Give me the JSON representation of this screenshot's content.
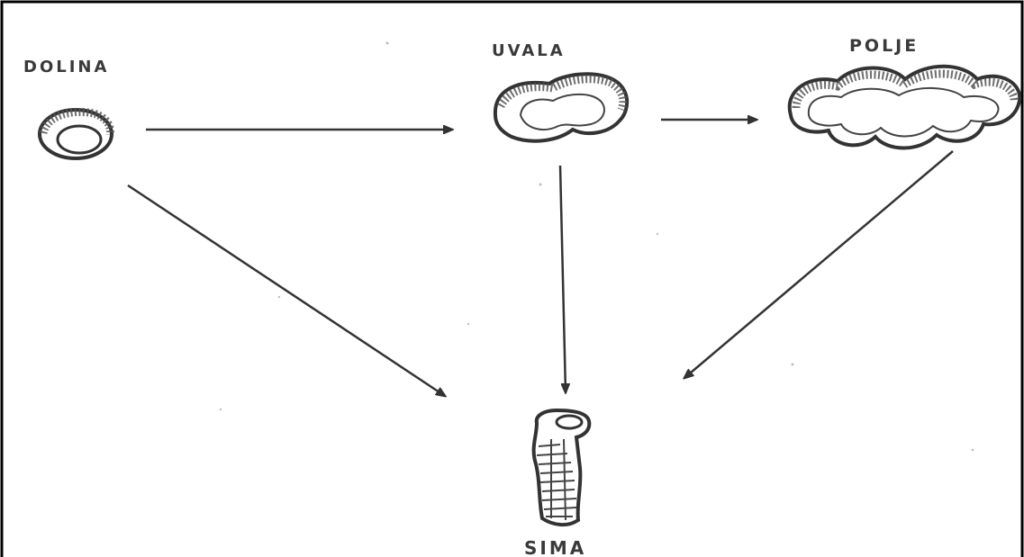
{
  "labels": {
    "dolina": "DOLINA",
    "uvala": "UVALA",
    "polje": "POLJE",
    "sima": "SIMA"
  },
  "colors": {
    "ink": "#333333",
    "frame": "#000000",
    "background": "#ffffff"
  }
}
